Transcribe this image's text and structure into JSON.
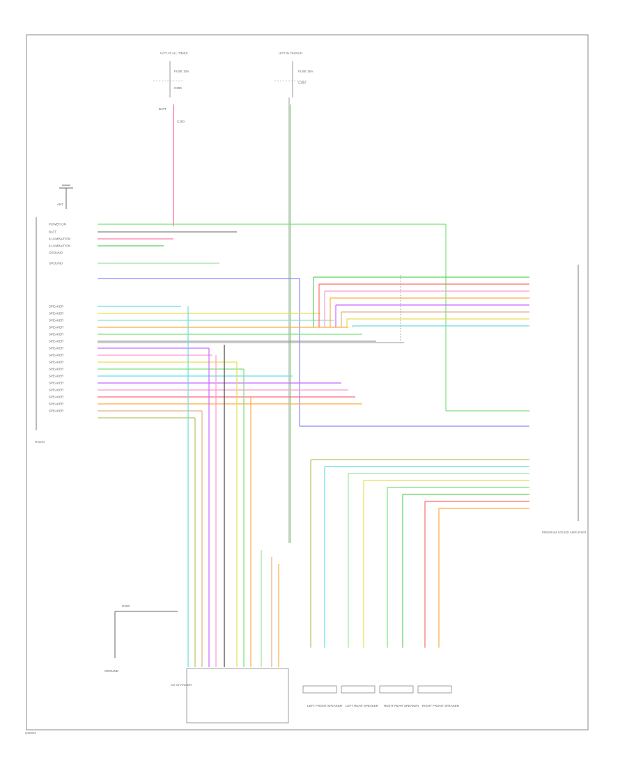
{
  "figure_id": "G00001",
  "radio_label": "RADIO",
  "left_pins": [
    "POWER ON",
    "BATT",
    "ILLUMINATION",
    "ILLUMINATION",
    "GROUND",
    "GROUND",
    "",
    "SPEAKER",
    "SPEAKER",
    "SPEAKER",
    "SPEAKER",
    "SPEAKER",
    "SPEAKER",
    "SPEAKER",
    "SPEAKER",
    "SPEAKER",
    "SPEAKER",
    "SPEAKER",
    "SPEAKER",
    "SPEAKER",
    "SPEAKER",
    "SPEAKER",
    "SPEAKER"
  ],
  "amp_label": "PREMIUM SOUND AMPLIFIER",
  "top_left_label": "HOT AT ALL TIMES",
  "top_right_label": "HOT IN ON/RUN",
  "speakers": [
    {
      "label": "LEFT FRONT SPEAKER"
    },
    {
      "label": "LEFT REAR SPEAKER"
    },
    {
      "label": "RIGHT REAR SPEAKER"
    },
    {
      "label": "RIGHT FRONT SPEAKER"
    }
  ],
  "cd_label": "CD CHANGER",
  "ground_label": "G200",
  "antenna_label": "ANT",
  "colors": {
    "red": "#ff6a6a",
    "pink": "#ff9acb",
    "green": "#5cd05c",
    "lightgreen": "#9be39b",
    "blue": "#6b6bff",
    "cyan": "#66dddd",
    "yellow": "#e6dd55",
    "orange": "#ffaa44",
    "purple": "#cc66ff",
    "grey": "#999999",
    "tan": "#e0b080",
    "olive": "#b8c060",
    "black": "#444444"
  }
}
